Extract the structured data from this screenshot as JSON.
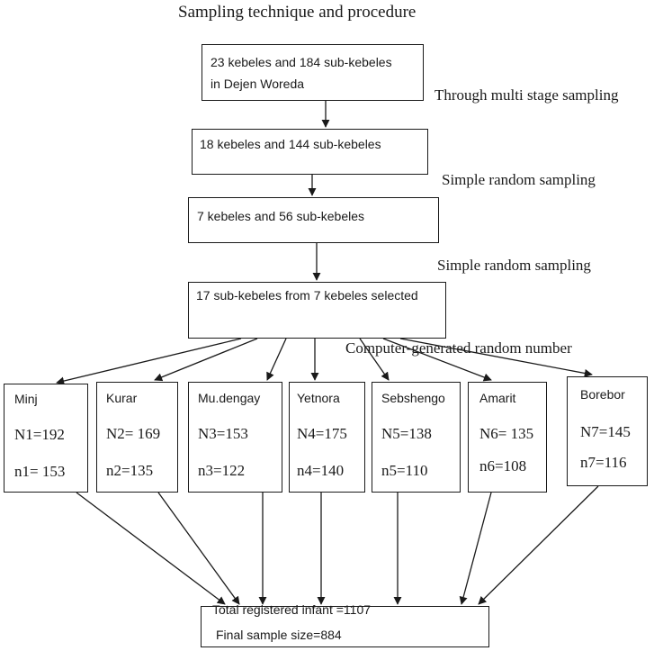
{
  "title": "Sampling technique and procedure",
  "steps": [
    {
      "line1": "23 kebeles and 184 sub-kebeles",
      "line2": "in Dejen Woreda"
    },
    {
      "line1": "18 kebeles and 144 sub-kebeles"
    },
    {
      "line1": "7 kebeles and 56 sub-kebeles"
    },
    {
      "line1": "17 sub-kebeles from 7 kebeles selected"
    }
  ],
  "methods": [
    "Through multi stage sampling",
    "Simple random sampling",
    "Simple random sampling",
    "Computer-generated random number"
  ],
  "kebeles": [
    {
      "name": "Minj",
      "population": "N1=192",
      "sample": "n1= 153"
    },
    {
      "name": "Kurar",
      "population": "N2= 169",
      "sample": "n2=135"
    },
    {
      "name": "Mu.dengay",
      "population": "N3=153",
      "sample": "n3=122"
    },
    {
      "name": "Yetnora",
      "population": "N4=175",
      "sample": "n4=140"
    },
    {
      "name": "Sebshengo",
      "population": "N5=138",
      "sample": "n5=110"
    },
    {
      "name": "Amarit",
      "population": "N6= 135",
      "sample": "n6=108"
    },
    {
      "name": "Borebor",
      "population": "N7=145",
      "sample": "n7=116"
    }
  ],
  "result": {
    "total": "Total registered infant =1107",
    "final": "Final sample size=884"
  },
  "colors": {
    "stroke": "#1a1a1a",
    "background": "#ffffff"
  }
}
